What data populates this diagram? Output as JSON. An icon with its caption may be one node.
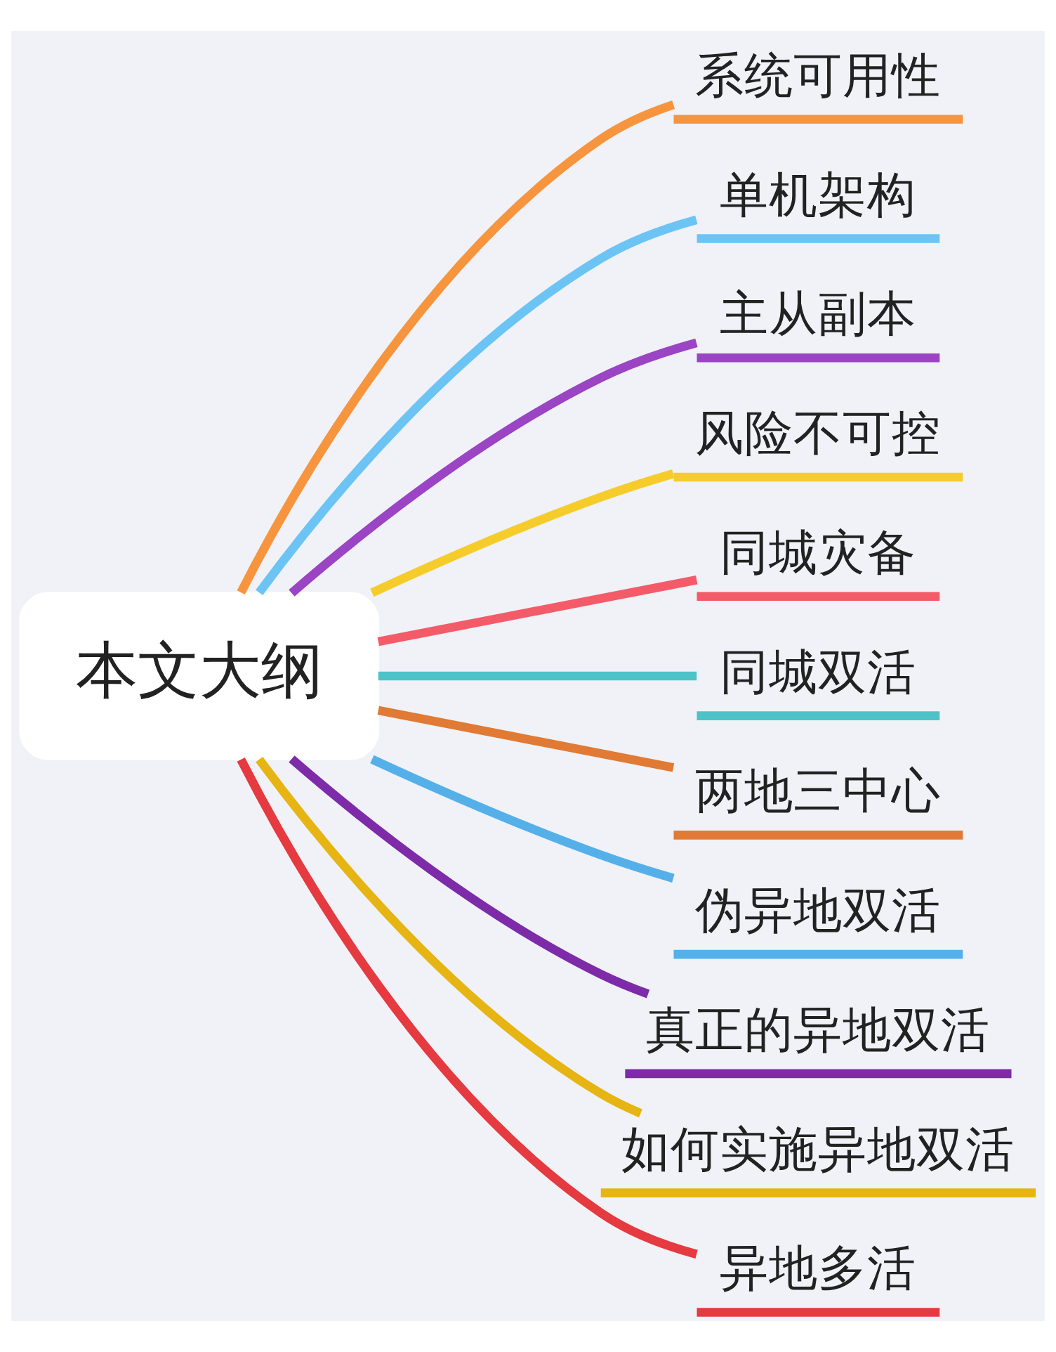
{
  "diagram": {
    "nodes": [
      {
        "text": [
          "本文大纲"
        ]
      },
      {
        "text": [
          "系统可用性"
        ]
      },
      {
        "text": [
          "单机架构"
        ]
      },
      {
        "text": [
          "主从副本"
        ]
      },
      {
        "text": [
          "风险不可控"
        ]
      },
      {
        "text": [
          "同城灾备"
        ]
      },
      {
        "text": [
          "同城双活"
        ]
      },
      {
        "text": [
          "两地三中心"
        ]
      },
      {
        "text": [
          "伪异地双活"
        ]
      },
      {
        "text": [
          "真正的异地双活"
        ]
      },
      {
        "text": [
          "如何实施异地双活"
        ]
      },
      {
        "text": [
          "异地多活"
        ]
      }
    ],
    "edges": [
      {
        "from": 0,
        "to": 1,
        "arrow": "none",
        "color": "#f7953f"
      },
      {
        "from": 0,
        "to": 2,
        "arrow": "none",
        "color": "#6cc4f5"
      },
      {
        "from": 0,
        "to": 3,
        "arrow": "none",
        "color": "#9b44c4"
      },
      {
        "from": 0,
        "to": 4,
        "arrow": "none",
        "color": "#f5cc2a"
      },
      {
        "from": 0,
        "to": 5,
        "arrow": "none",
        "color": "#f45b69"
      },
      {
        "from": 0,
        "to": 6,
        "arrow": "none",
        "color": "#4dc3c7"
      },
      {
        "from": 0,
        "to": 7,
        "arrow": "none",
        "color": "#e07a34"
      },
      {
        "from": 0,
        "to": 8,
        "arrow": "none",
        "color": "#55b0ea"
      },
      {
        "from": 0,
        "to": 9,
        "arrow": "none",
        "color": "#7d2ba8"
      },
      {
        "from": 0,
        "to": 10,
        "arrow": "none",
        "color": "#e6b413"
      },
      {
        "from": 0,
        "to": 11,
        "arrow": "none",
        "color": "#e53a3f"
      }
    ]
  }
}
